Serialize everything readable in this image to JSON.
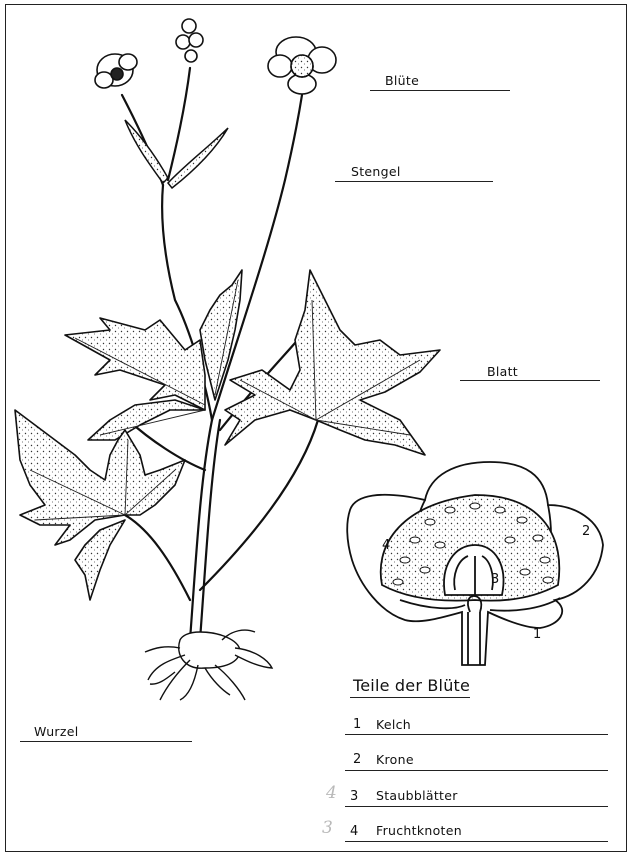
{
  "labels": {
    "bluete": "Blüte",
    "stengel": "Stengel",
    "blatt": "Blatt",
    "wurzel": "Wurzel"
  },
  "legend": {
    "title": "Teile der Blüte",
    "items": [
      {
        "number": "1",
        "label": "Kelch"
      },
      {
        "number": "2",
        "label": "Krone"
      },
      {
        "number": "3",
        "label": "Staubblätter"
      },
      {
        "number": "4",
        "label": "Fruchtknoten"
      }
    ],
    "handwritten": [
      "4",
      "3"
    ]
  },
  "diagram_numbers": [
    "1",
    "2",
    "3",
    "4"
  ]
}
